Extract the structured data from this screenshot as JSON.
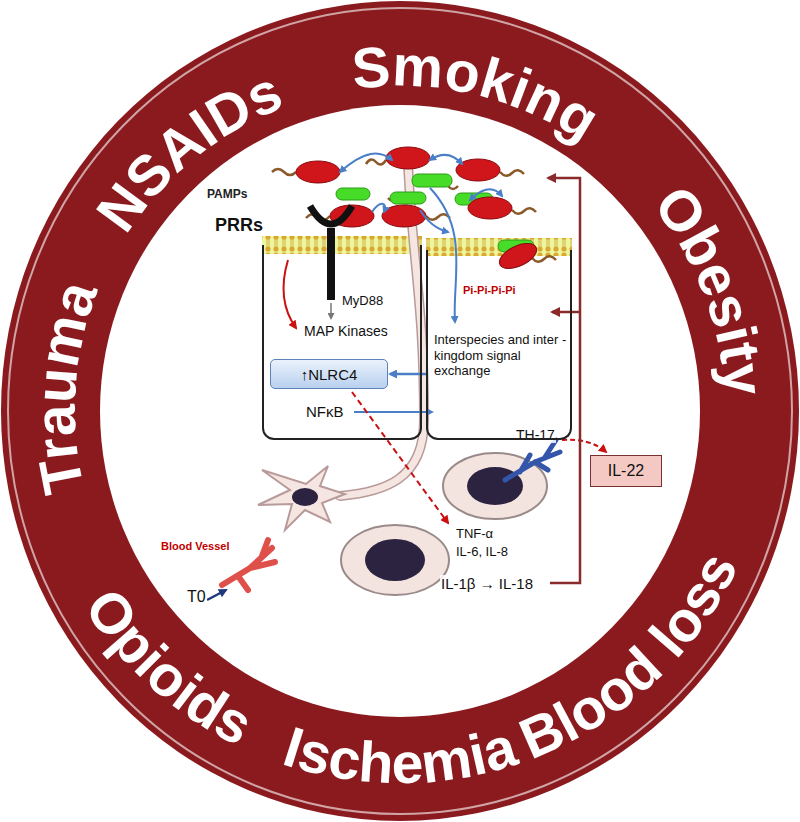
{
  "diagram": {
    "nodes": [
      {
        "text": [
          "MyD88",
          "MAP Kinases",
          "NFκB"
        ]
      },
      {
        "text": [
          "↑NLRC4"
        ],
        "in": 0
      },
      {
        "text": [
          "Interspecies and inter - kingdom signal exchange"
        ]
      },
      {
        "text": [
          "IL-22"
        ]
      }
    ],
    "edges": [
      {
        "from": 2,
        "to": 1,
        "arrow": "to"
      }
    ],
    "labels": [
      "Trauma",
      "NSAIDs",
      "Smoking",
      "Obesity",
      "Blood loss",
      "Ischemia",
      "Opioids",
      "PAMPs",
      "PRRs",
      "Pi-Pi-Pi-Pi",
      "TH-17",
      "TNF-α",
      "IL-6, IL-8",
      "IL-1β → IL-18",
      "Blood Vessel",
      "T0"
    ]
  }
}
